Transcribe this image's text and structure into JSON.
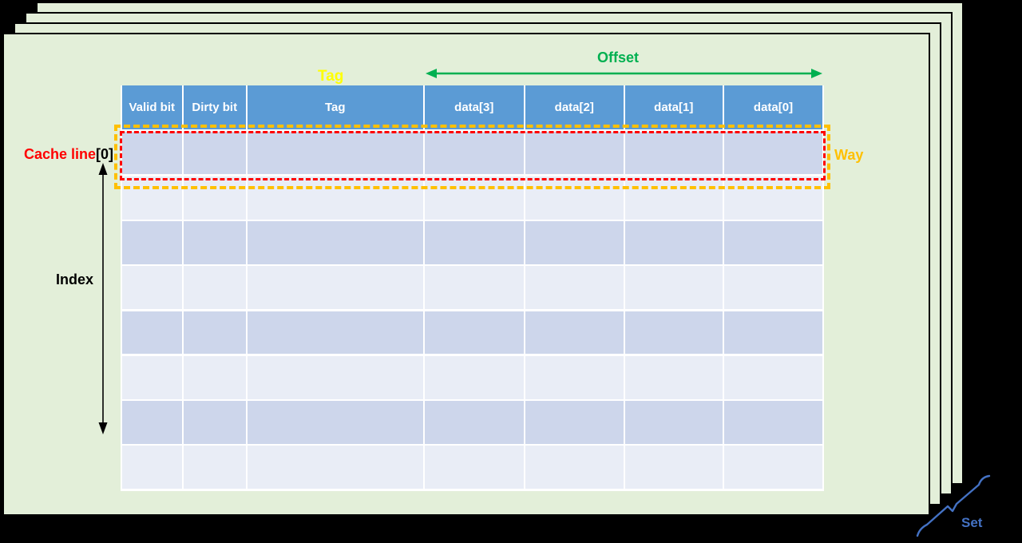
{
  "pages": {
    "count": 4
  },
  "labels": {
    "tag": "Tag",
    "offset": "Offset",
    "way": "Way",
    "cache_line": "Cache line",
    "cache_line_index": "[0]",
    "index": "Index",
    "set": "Set"
  },
  "table": {
    "columns": [
      "Valid bit",
      "Dirty bit",
      "Tag",
      "data[3]",
      "data[2]",
      "data[1]",
      "data[0]"
    ],
    "data_rows": 8
  },
  "colors": {
    "header_blue": "#5b9bd5",
    "row_dark": "#cdd6eb",
    "row_light": "#e9edf6",
    "page_green": "#e3efd9",
    "tag_yellow": "#ffff00",
    "offset_green": "#00b050",
    "way_orange": "#ffc000",
    "cache_red": "#ff0000",
    "set_blue": "#4472c4",
    "grid_white": "#ffffff"
  }
}
